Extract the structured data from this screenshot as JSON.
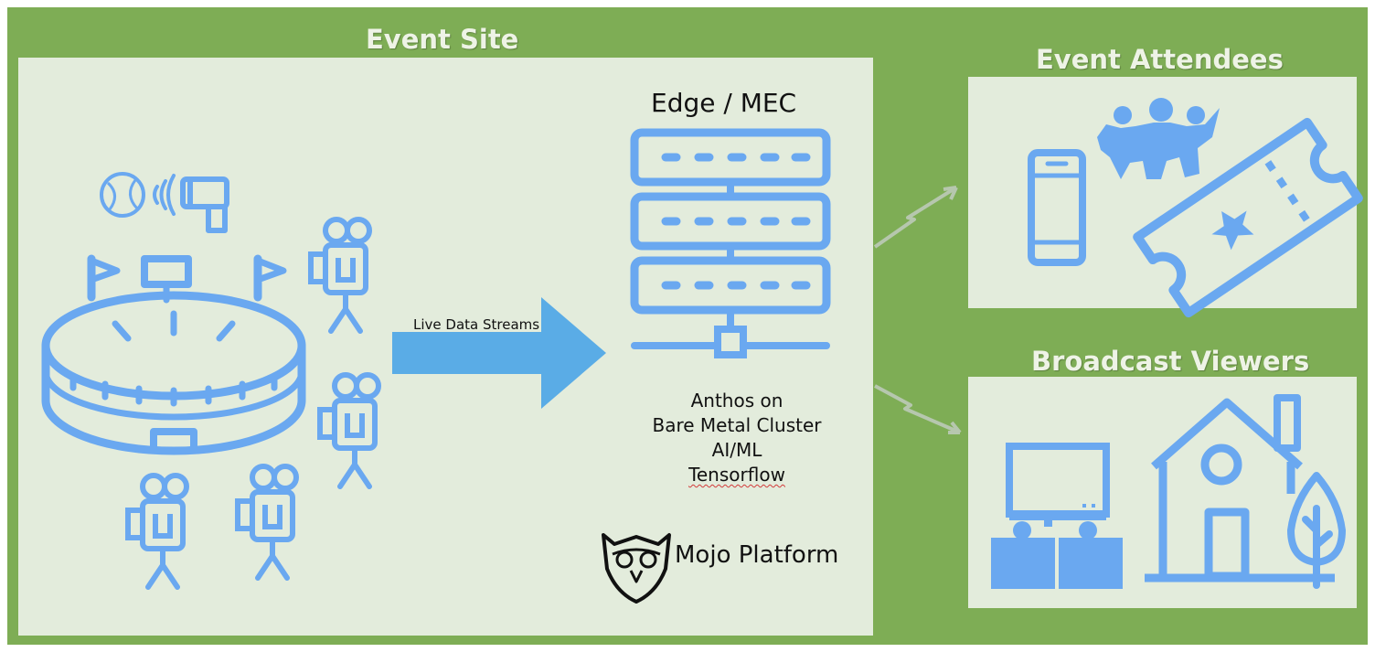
{
  "colors": {
    "frame_green": "#7ead55",
    "panel_fill": "#e3ecdc",
    "icon_blue": "#6aa8f0",
    "arrow_blue": "#5aace6",
    "arrow_gray": "#b6c7ae",
    "text_dark": "#111111"
  },
  "sections": {
    "event_site": "Event Site",
    "event_attendees": "Event Attendees",
    "broadcast_viewers": "Broadcast Viewers"
  },
  "flow": {
    "arrow_label": "Live Data Streams"
  },
  "edge": {
    "title": "Edge / MEC",
    "lines": [
      "Anthos on",
      "Bare Metal Cluster",
      "AI/ML",
      "Tensorflow"
    ]
  },
  "brand": {
    "name": "Mojo Platform",
    "logo_icon": "owl-shield-logo"
  },
  "icons": [
    "stadium-icon",
    "baseball-icon",
    "radar-gun-icon",
    "video-camera-icon",
    "server-rack-icon",
    "smartphone-icon",
    "crowd-icon",
    "ticket-icon",
    "tv-viewers-icon",
    "house-icon",
    "tree-icon"
  ]
}
